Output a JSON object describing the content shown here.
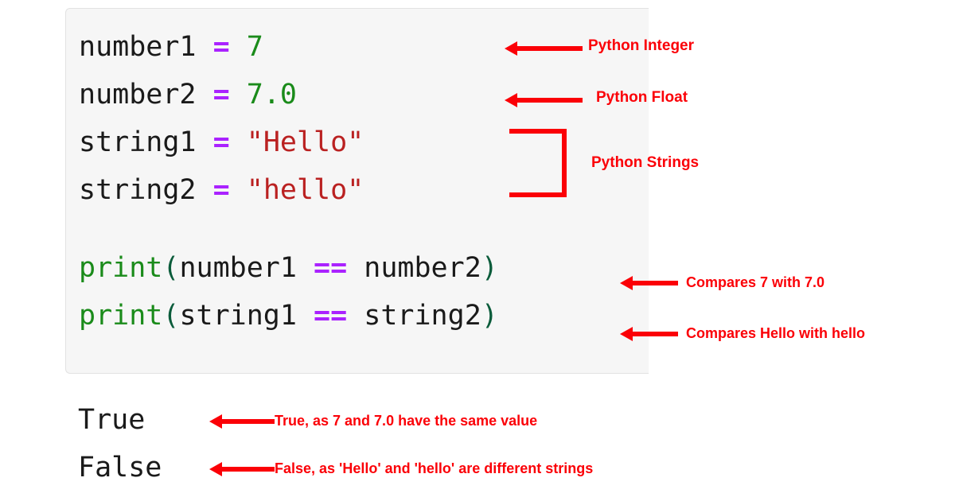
{
  "code_block": {
    "language": "python",
    "background": "#f6f6f6",
    "lines": [
      {
        "id": "line-number1",
        "tokens": [
          {
            "text": "number1",
            "type": "name"
          },
          {
            "text": " ",
            "type": "plain"
          },
          {
            "text": "=",
            "type": "operator"
          },
          {
            "text": " ",
            "type": "plain"
          },
          {
            "text": "7",
            "type": "number"
          }
        ]
      },
      {
        "id": "line-number2",
        "tokens": [
          {
            "text": "number2",
            "type": "name"
          },
          {
            "text": " ",
            "type": "plain"
          },
          {
            "text": "=",
            "type": "operator"
          },
          {
            "text": " ",
            "type": "plain"
          },
          {
            "text": "7.0",
            "type": "number"
          }
        ]
      },
      {
        "id": "line-string1",
        "tokens": [
          {
            "text": "string1",
            "type": "name"
          },
          {
            "text": " ",
            "type": "plain"
          },
          {
            "text": "=",
            "type": "operator"
          },
          {
            "text": " ",
            "type": "plain"
          },
          {
            "text": "\"Hello\"",
            "type": "string"
          }
        ]
      },
      {
        "id": "line-string2",
        "tokens": [
          {
            "text": "string2",
            "type": "name"
          },
          {
            "text": " ",
            "type": "plain"
          },
          {
            "text": "=",
            "type": "operator"
          },
          {
            "text": " ",
            "type": "plain"
          },
          {
            "text": "\"hello\"",
            "type": "string"
          }
        ]
      },
      {
        "id": "line-blank",
        "tokens": []
      },
      {
        "id": "line-print-numbers",
        "tokens": [
          {
            "text": "print",
            "type": "builtin"
          },
          {
            "text": "(",
            "type": "punct"
          },
          {
            "text": "number1",
            "type": "name"
          },
          {
            "text": " ",
            "type": "plain"
          },
          {
            "text": "==",
            "type": "operator"
          },
          {
            "text": " ",
            "type": "plain"
          },
          {
            "text": "number2",
            "type": "name"
          },
          {
            "text": ")",
            "type": "punct"
          }
        ]
      },
      {
        "id": "line-print-strings",
        "tokens": [
          {
            "text": "print",
            "type": "builtin"
          },
          {
            "text": "(",
            "type": "punct"
          },
          {
            "text": "string1",
            "type": "name"
          },
          {
            "text": " ",
            "type": "plain"
          },
          {
            "text": "==",
            "type": "operator"
          },
          {
            "text": " ",
            "type": "plain"
          },
          {
            "text": "string2",
            "type": "name"
          },
          {
            "text": ")",
            "type": "punct"
          }
        ]
      }
    ]
  },
  "output": {
    "lines": [
      {
        "id": "output-true",
        "text": "True"
      },
      {
        "id": "output-false",
        "text": "False"
      }
    ]
  },
  "annotations": {
    "color": "#fb0007",
    "integer": {
      "label": "Python Integer"
    },
    "float": {
      "label": "Python Float"
    },
    "strings": {
      "label": "Python Strings"
    },
    "compare_numbers": {
      "label": "Compares 7 with 7.0"
    },
    "compare_strings": {
      "label": "Compares Hello with hello"
    },
    "true_note": {
      "label": "True, as 7 and 7.0 have the same value"
    },
    "false_note": {
      "label": "False, as 'Hello' and 'hello' are different strings"
    }
  },
  "syntax_colors": {
    "name": "#1a1a1a",
    "operator": "#aa22ff",
    "number": "#1a8b1a",
    "string": "#ba2121",
    "builtin": "#1a8b1a",
    "punct": "#0b5c3b"
  }
}
